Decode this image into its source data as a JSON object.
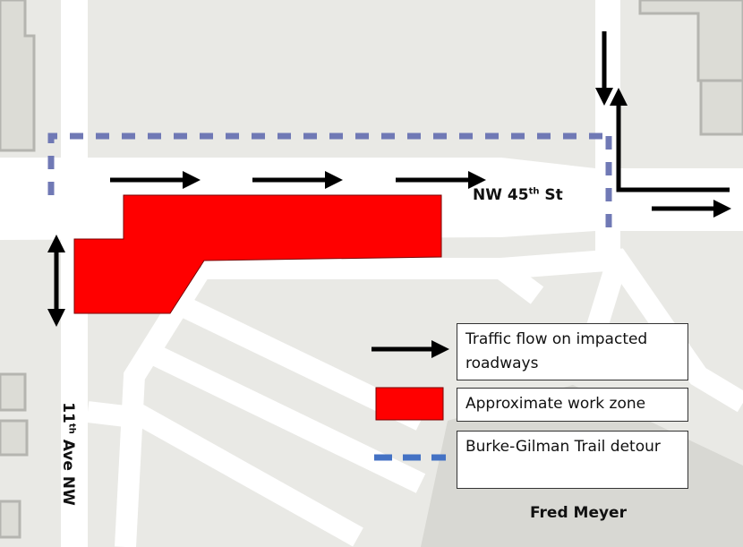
{
  "map": {
    "street_labels": {
      "nw45": {
        "main": "NW 45",
        "sup": "th",
        "rest": " St"
      },
      "ave11": {
        "main": "11",
        "sup": "th",
        "rest": " Ave NW"
      }
    },
    "place_label": "Fred Meyer"
  },
  "legend": {
    "items": [
      {
        "label": "Traffic flow on impacted roadways",
        "symbol": "arrow-icon"
      },
      {
        "label": "Approximate work zone",
        "symbol": "red-rect",
        "color": "#ff0000"
      },
      {
        "label": "Burke-Gilman Trail detour",
        "symbol": "blue-dash",
        "color": "#4472c4"
      }
    ]
  },
  "colors": {
    "work_zone": "#ff0000",
    "detour_map": "#7079b5",
    "arrows": "#000000"
  }
}
